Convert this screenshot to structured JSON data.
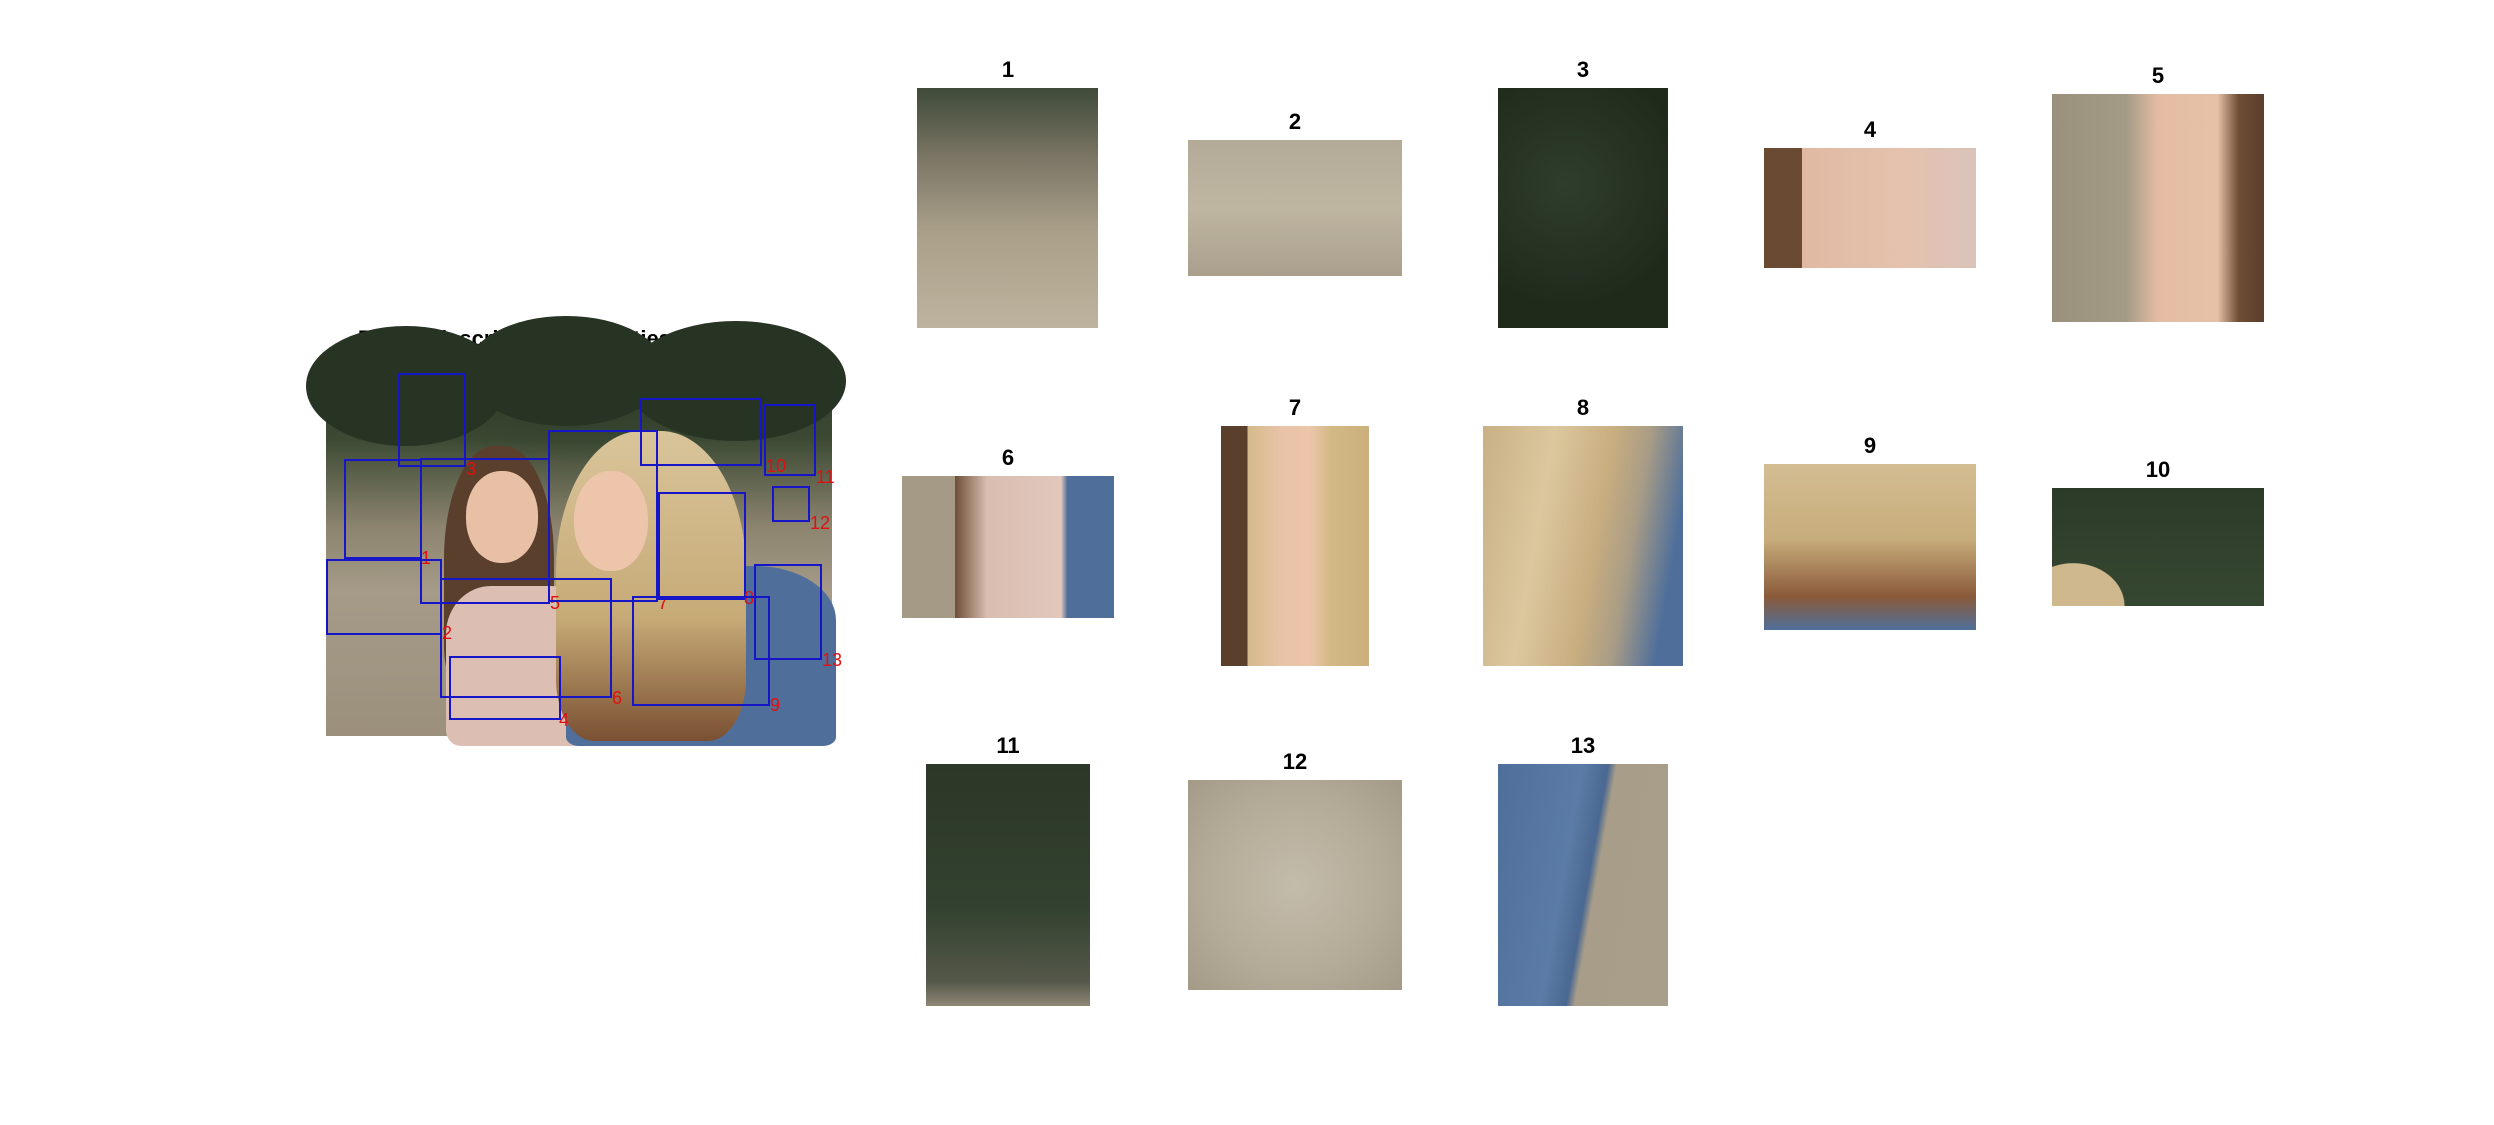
{
  "prompt": "Please describe these entities on the right.",
  "boxes": [
    {
      "label": "1"
    },
    {
      "label": "2"
    },
    {
      "label": "3"
    },
    {
      "label": "4"
    },
    {
      "label": "5"
    },
    {
      "label": "6"
    },
    {
      "label": "7"
    },
    {
      "label": "8"
    },
    {
      "label": "9"
    },
    {
      "label": "10"
    },
    {
      "label": "11"
    },
    {
      "label": "12"
    },
    {
      "label": "13"
    }
  ],
  "crops": [
    {
      "title": "1",
      "content": "dry grass field"
    },
    {
      "title": "2",
      "content": "dry grass field"
    },
    {
      "title": "3",
      "content": "dark green trees"
    },
    {
      "title": "4",
      "content": "shoulder with lace sleeve"
    },
    {
      "title": "5",
      "content": "young woman face"
    },
    {
      "title": "6",
      "content": "shoulder lace and denim"
    },
    {
      "title": "7",
      "content": "blonde girl face"
    },
    {
      "title": "8",
      "content": "long blonde hair"
    },
    {
      "title": "9",
      "content": "blonde hair on denim"
    },
    {
      "title": "10",
      "content": "trees and hair"
    },
    {
      "title": "11",
      "content": "dark green trees"
    },
    {
      "title": "12",
      "content": "blurry grass"
    },
    {
      "title": "13",
      "content": "denim jacket and grass"
    }
  ],
  "colors": {
    "bbox": "#1616c8",
    "label": "#e01010",
    "grass": "#a59b88",
    "trees": "#273424",
    "denim": "#4f6f9a",
    "blonde": "#d2bb8c"
  }
}
